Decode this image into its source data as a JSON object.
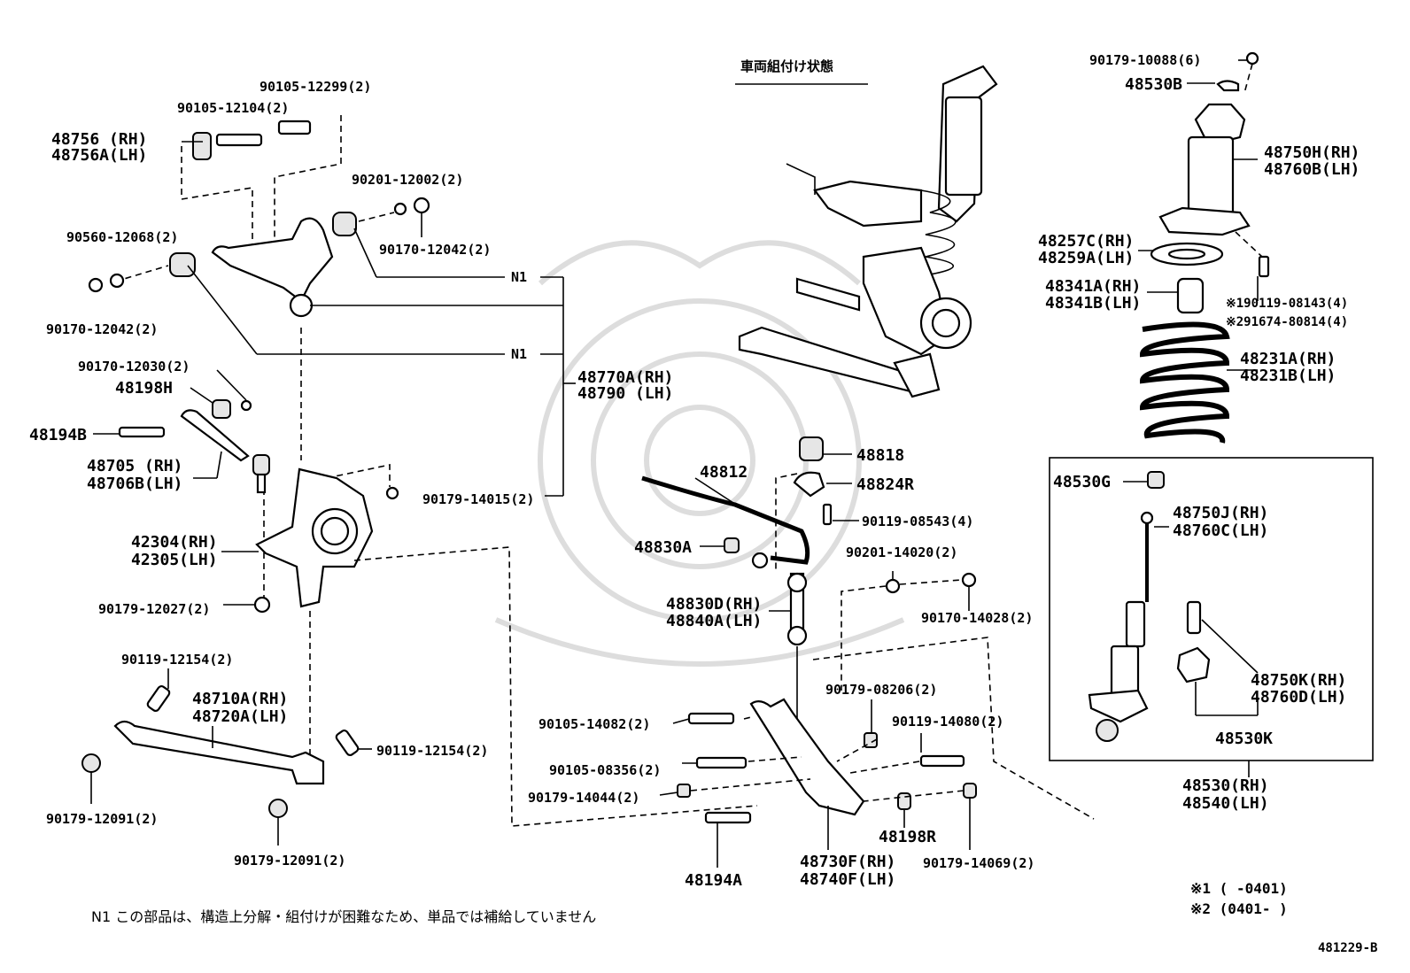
{
  "diagram": {
    "title_jp": "車両組付け状態",
    "labels": {
      "p90105_12299": "90105-12299(2)",
      "p90105_12104": "90105-12104(2)",
      "p48756": "48756 (RH)",
      "p48756A": "48756A(LH)",
      "p90201_12002": "90201-12002(2)",
      "p90560_12068": "90560-12068(2)",
      "p90170_12042_a": "90170-12042(2)",
      "p90170_12042_b": "90170-12042(2)",
      "n1_a": "N1",
      "n1_b": "N1",
      "p48770A": "48770A(RH)",
      "p48790": "48790  (LH)",
      "p90170_12030": "90170-12030(2)",
      "p48198H": "48198H",
      "p48194B": "48194B",
      "p48705": "48705  (RH)",
      "p48706B": "48706B(LH)",
      "p90179_14015": "90179-14015(2)",
      "p42304": "42304(RH)",
      "p42305": "42305(LH)",
      "p90179_12027": "90179-12027(2)",
      "p90119_12154_a": "90119-12154(2)",
      "p48710A": "48710A(RH)",
      "p48720A": "48720A(LH)",
      "p90119_12154_b": "90119-12154(2)",
      "p90179_12091_a": "90179-12091(2)",
      "p90179_12091_b": "90179-12091(2)",
      "p48812": "48812",
      "p48830A": "48830A",
      "p48818": "48818",
      "p48824R": "48824R",
      "p90119_08543": "90119-08543(4)",
      "p90201_14020": "90201-14020(2)",
      "p90170_14028": "90170-14028(2)",
      "p48830D": "48830D(RH)",
      "p48840A": "48840A(LH)",
      "p90179_08206": "90179-08206(2)",
      "p90105_14082": "90105-14082(2)",
      "p90119_14080": "90119-14080(2)",
      "p90105_08356": "90105-08356(2)",
      "p90179_14044": "90179-14044(2)",
      "p48198R": "48198R",
      "p90179_14069": "90179-14069(2)",
      "p48194A": "48194A",
      "p48730F": "48730F(RH)",
      "p48740F": "48740F(LH)",
      "p90179_10088": "90179-10088(6)",
      "p48530B": "48530B",
      "p48750H": "48750H(RH)",
      "p48760B": "48760B(LH)",
      "p48257C": "48257C(RH)",
      "p48259A": "48259A(LH)",
      "p90119_08143": "※190119-08143(4)",
      "p91674_80814": "※291674-80814(4)",
      "p48341A": "48341A(RH)",
      "p48341B": "48341B(LH)",
      "p48231A": "48231A(RH)",
      "p48231B": "48231B(LH)",
      "p48530G": "48530G",
      "p48750J": "48750J(RH)",
      "p48760C": "48760C(LH)",
      "p48750K": "48750K(RH)",
      "p48760D": "48760D(LH)",
      "p48530K": "48530K",
      "p48530": "48530(RH)",
      "p48540": "48540(LH)"
    },
    "footnotes": {
      "n1_note": "N1 この部品は、構造上分解・組付けが困難なため、単品では補給していません",
      "mark1": "※1 (      -0401)",
      "mark2": "※2 (0401-      )",
      "diagram_id": "481229-B"
    }
  }
}
